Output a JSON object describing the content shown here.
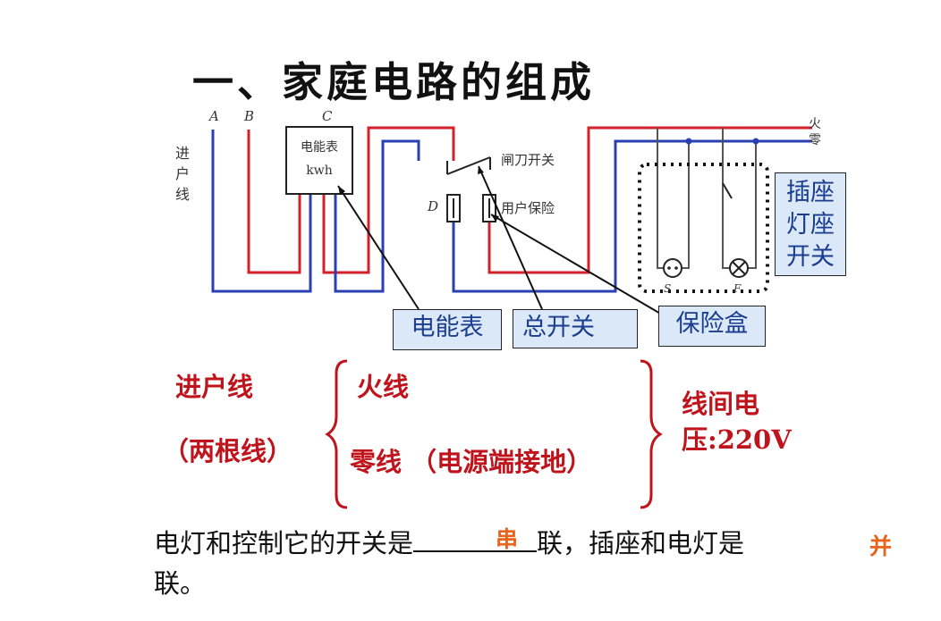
{
  "title": "一、家庭电路的组成",
  "scan": {
    "wire_letters": [
      "A",
      "B",
      "C"
    ],
    "entry_line_label": [
      "进",
      "户",
      "线"
    ],
    "meter_text": [
      "电能表",
      "kwh"
    ],
    "knife_switch": "闸刀开关",
    "user_fuse": "用户保险",
    "fuse_D": "D",
    "live_mark": "火",
    "neutral_mark": "零",
    "bottom_marks": [
      "S",
      "F"
    ]
  },
  "callouts": {
    "meter": "电能表",
    "main_switch": "总开关",
    "fuse_box": "保险盒",
    "socket_lamp_switch": [
      "插座",
      "灯座",
      "开关"
    ]
  },
  "notes": {
    "entry_line": "进户线",
    "two_wires": "（两根线）",
    "live_wire": "火线",
    "neutral_wire": "零线 （电源端接地）",
    "voltage_line1": "线间电",
    "voltage_line2": "压:220V"
  },
  "question": {
    "part1": "电灯和控制它的开关是",
    "answer1": "串",
    "part2": "联，插座和电灯是",
    "answer2": "并",
    "part3": "联。"
  },
  "colors": {
    "red_wire": "#d4202a",
    "blue_wire": "#2a3fb0",
    "callout_bg": "#dbe8f7",
    "note_red": "#c0141c",
    "answer_orange": "#e8641b"
  }
}
